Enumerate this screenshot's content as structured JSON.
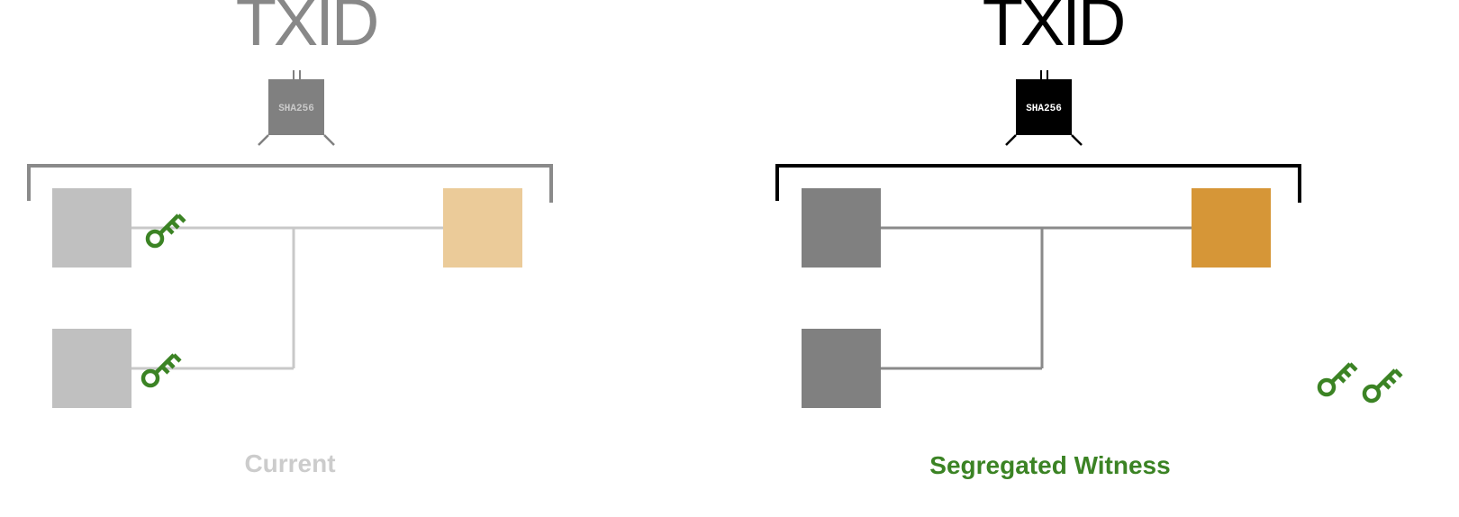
{
  "left_panel": {
    "title": "TXID",
    "hash_label": "SHA256",
    "caption": "Current",
    "colors": {
      "title": "#888888",
      "chip": "#808080",
      "chip_text": "#c9c9c9",
      "bracket": "#8a8a8a",
      "inputs": "#c0c0c0",
      "output": "#ebcb99",
      "lines": "#c8c8c8",
      "caption": "#cccccc",
      "key": "#3b8324"
    },
    "icons": [
      "key-icon",
      "key-icon"
    ]
  },
  "right_panel": {
    "title": "TXID",
    "hash_label": "SHA256",
    "caption": "Segregated Witness",
    "colors": {
      "title": "#000000",
      "chip": "#000000",
      "chip_text": "#ffffff",
      "bracket": "#000000",
      "inputs": "#808080",
      "output": "#d69637",
      "lines": "#8a8a8a",
      "caption": "#3b8324",
      "key": "#3b8324"
    },
    "icons": [
      "key-icon",
      "key-icon"
    ]
  }
}
